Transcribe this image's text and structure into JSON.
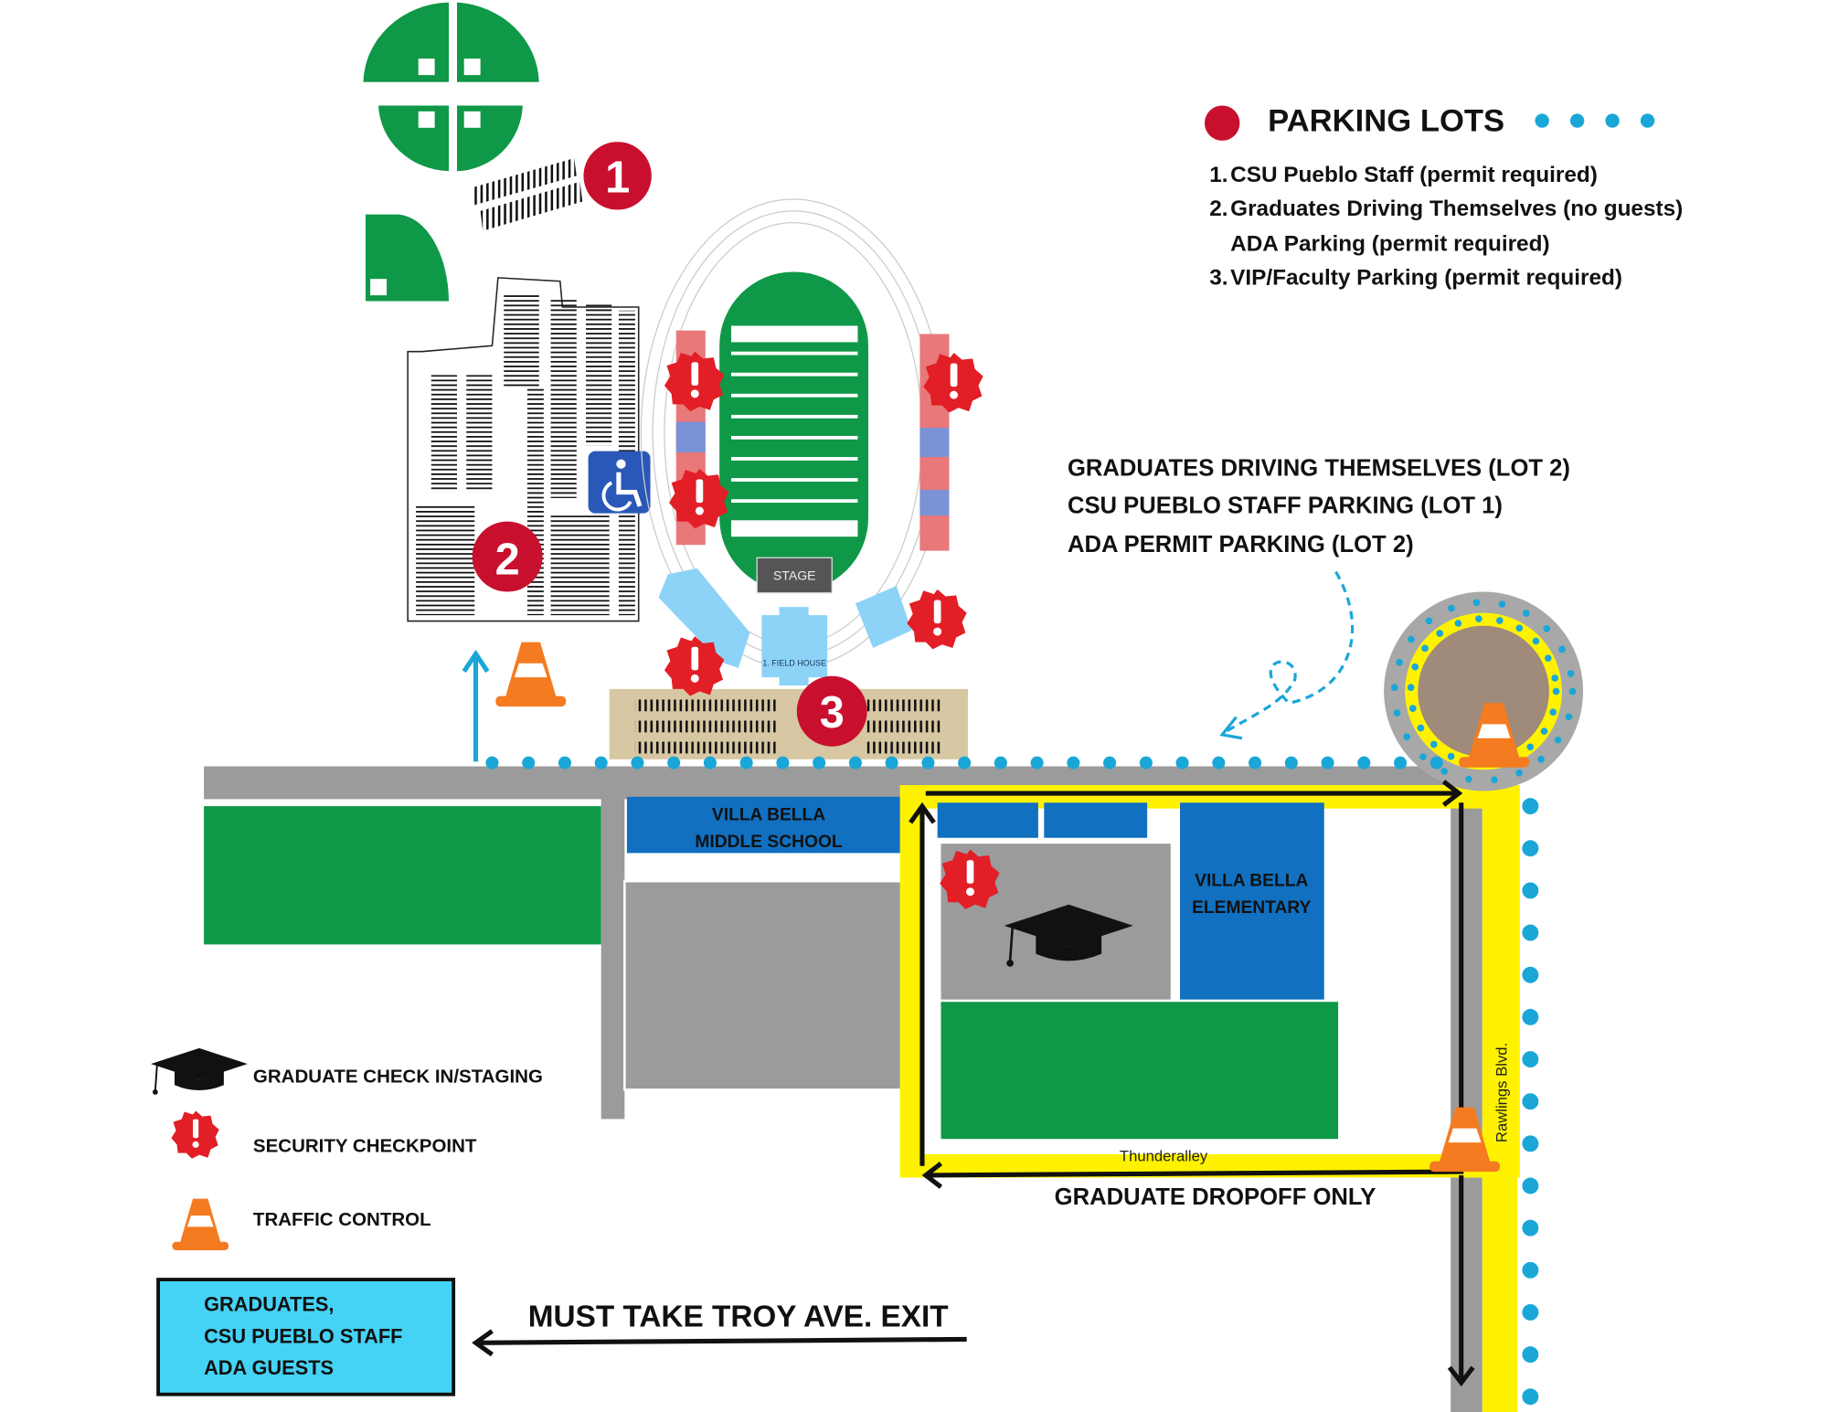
{
  "legend_parking": {
    "title": "PARKING LOTS",
    "items": [
      {
        "num": "1.",
        "text": "CSU Pueblo Staff (permit required)"
      },
      {
        "num": "2.",
        "text": "Graduates Driving Themselves (no guests)"
      },
      {
        "num": "",
        "text": "ADA Parking (permit required)"
      },
      {
        "num": "3.",
        "text": "VIP/Faculty Parking (permit required)"
      }
    ]
  },
  "callout": {
    "lines": [
      "GRADUATES DRIVING THEMSELVES (LOT 2)",
      "CSU PUEBLO STAFF PARKING (LOT 1)",
      "ADA PERMIT PARKING (LOT 2)"
    ]
  },
  "lots": {
    "lot1": "1",
    "lot2": "2",
    "lot3": "3"
  },
  "buildings": {
    "stage": "STAGE",
    "field_house": "1. FIELD HOUSE",
    "middle_school": [
      "VILLA BELLA",
      "MIDDLE SCHOOL"
    ],
    "elementary": [
      "VILLA BELLA",
      "ELEMENTARY"
    ]
  },
  "streets": {
    "rawlings": "Rawlings Blvd.",
    "thunderalley": "Thunderalley"
  },
  "dropoff_label": "GRADUATE DROPOFF ONLY",
  "exit_label": "MUST TAKE TROY AVE. EXIT",
  "exit_box": [
    "GRADUATES,",
    "CSU PUEBLO STAFF",
    "ADA GUESTS"
  ],
  "map_legend": [
    {
      "icon": "graduation-cap-icon",
      "label": "GRADUATE CHECK IN/STAGING"
    },
    {
      "icon": "security-badge-icon",
      "label": "SECURITY CHECKPOINT"
    },
    {
      "icon": "traffic-cone-icon",
      "label": "TRAFFIC CONTROL"
    }
  ],
  "colors": {
    "red": "#c8102e",
    "dot_blue": "#1aa7d8",
    "green": "#0f9847",
    "yellow": "#fff200",
    "school_blue": "#1170c0",
    "cyan_box": "#45d3f5",
    "tan": "#d7c7a3"
  }
}
